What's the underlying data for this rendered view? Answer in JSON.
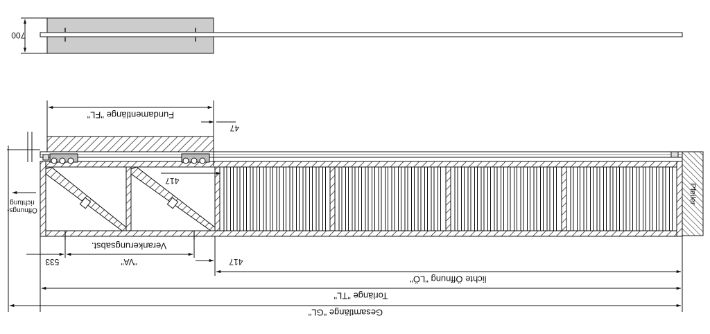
{
  "top_view": {
    "height_dim": "700"
  },
  "labels": {
    "foundation_length": "Fundamentlänge \"FL\"",
    "dim_47": "47",
    "dim_417_inner": "417",
    "opening_direction_1": "Öffnungs-",
    "opening_direction_2": "richtung",
    "pillar": "Pfeiler",
    "anchor_distance": "Verankerungsabst.",
    "dim_533": "533",
    "dim_va": "\"VA\"",
    "dim_417_bottom": "417",
    "clear_opening": "lichte Öffnung \"LÖ\"",
    "gate_length": "Torlänge \"TL\"",
    "total_length": "Gesamtlänge \"GL\""
  },
  "colors": {
    "line": "#111111",
    "panel": "#cccccc",
    "hatch": "#333333"
  }
}
